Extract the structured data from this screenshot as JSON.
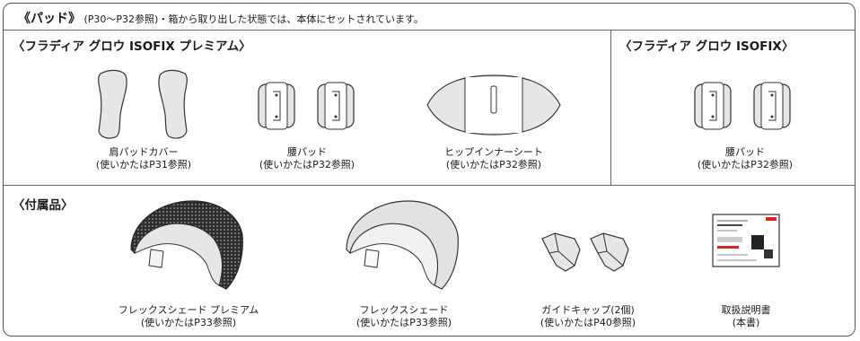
{
  "header": {
    "title": "《パッド》",
    "note": "(P30～P32参照)・箱から取り出した状態では、本体にセットされています。"
  },
  "premium_section": {
    "title": "〈フラディア グロウ ISOFIX プレミアム〉",
    "items": [
      {
        "name": "肩パッドカバー",
        "ref": "(使いかたはP31参照)"
      },
      {
        "name": "腰パッド",
        "ref": "(使いかたはP32参照)"
      },
      {
        "name": "ヒップインナーシート",
        "ref": "(使いかたはP32参照)"
      }
    ]
  },
  "isofix_section": {
    "title": "〈フラディア グロウ ISOFIX〉",
    "items": [
      {
        "name": "腰パッド",
        "ref": "(使いかたはP32参照)"
      }
    ]
  },
  "accessories_section": {
    "title": "〈付属品〉",
    "items": [
      {
        "name": "フレックスシェード プレミアム",
        "ref": "(使いかたはP33参照)"
      },
      {
        "name": "フレックスシェード",
        "ref": "(使いかたはP33参照)"
      },
      {
        "name": "ガイドキャップ(2個)",
        "ref": "(使いかたはP40参照)"
      },
      {
        "name": "取扱説明書",
        "ref": "(本書)"
      }
    ]
  },
  "colors": {
    "line": "#555555",
    "pad_fill": "#e6e6e6",
    "shade_dark": "#333333",
    "shade_light": "#e2e2e2",
    "brand_red": "#d7261e"
  },
  "icons": [
    "shoulder-pad-illustration",
    "waist-pad-illustration",
    "hip-inner-seat-illustration",
    "flex-shade-premium-illustration",
    "flex-shade-illustration",
    "guide-cap-illustration",
    "manual-booklet-illustration"
  ]
}
